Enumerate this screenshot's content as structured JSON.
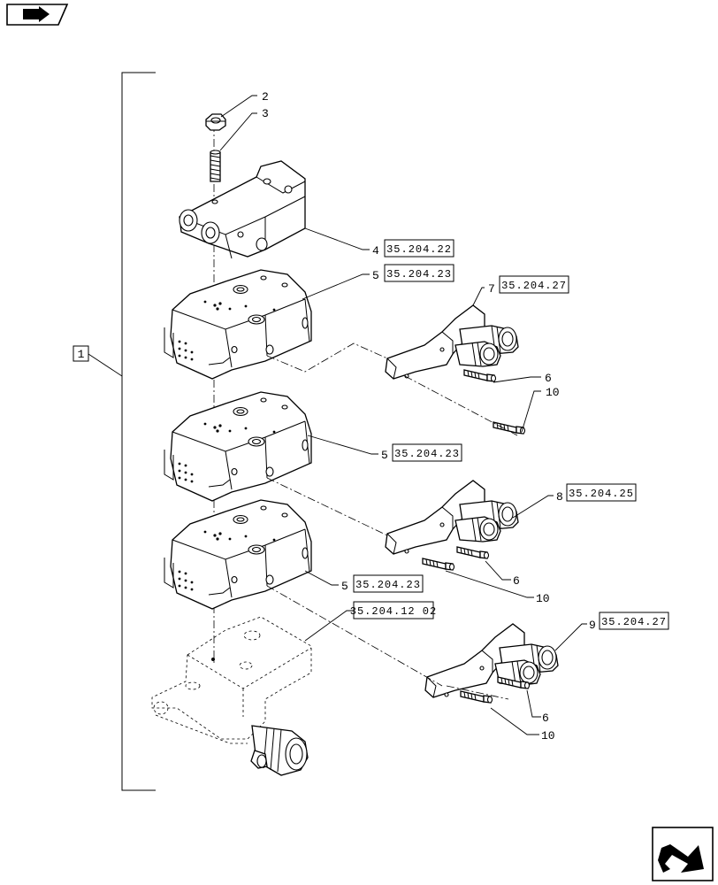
{
  "header": {
    "nav_icon": "page-back-arrow-icon",
    "footer_icon": "next-page-arrow-icon"
  },
  "group_label": "1",
  "callouts": {
    "c2": "2",
    "c3": "3",
    "c4": "4",
    "c5a": "5",
    "c5b": "5",
    "c5c": "5",
    "c6a": "6",
    "c6b": "6",
    "c6c": "6",
    "c7": "7",
    "c8": "8",
    "c9": "9",
    "c10a": "10",
    "c10b": "10",
    "c10c": "10"
  },
  "references": {
    "r4": "35.204.22",
    "r5a": "35.204.23",
    "r5b": "35.204.23",
    "r5c": "35.204.23",
    "r7": "35.204.27",
    "r8": "35.204.25",
    "r9": "35.204.27",
    "r_base": "35.204.12 02"
  }
}
